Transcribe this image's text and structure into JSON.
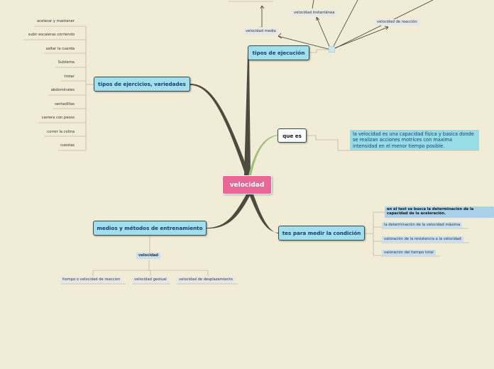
{
  "central": {
    "label": "velocidad"
  },
  "topics": {
    "tipos_ejercicios": "tipos de ejercicios, variedades",
    "tipos_ejecucion": "tipos de ejecución",
    "que_es": "que es",
    "medios": "medios y métodos de entrenamiento",
    "tes": "tes para medir la condición"
  },
  "ejercicios_items": [
    "acelerar y mantener",
    "subir escaleras corriendo",
    "saltar la cuerda",
    "Subtema",
    "trotar",
    "abdominales",
    "sentadillas",
    "carrera con pesos",
    "correr la colina",
    "cuestas"
  ],
  "ejecucion_items": {
    "media": "velocidad media",
    "instantanea": "velocidad instantánea",
    "reaccion": "velocidad de reacción"
  },
  "definicion": "la velocidad es una capacidad física y basica donde se realizan acciones motrices con maxima intensidad en el menor tiempo posible.",
  "medios_sub": "velocidad",
  "medios_items": [
    "tiempo o velocidad de reaccion",
    "velocidad gestual",
    "velocidad de desplazamiento"
  ],
  "tes_items": [
    "en el test se busca la determinación de la capacidad de la aceleración.",
    "la determinación de la velocidad máxima",
    "valoración de la resistencia a la velocidad",
    "valoración del tiempo total"
  ],
  "colors": {
    "background": "#f1ecd6",
    "central": "#e86796",
    "topic": "#9fe0ec",
    "branch": "#4d4a40",
    "definition_branch": "#9bc17a"
  }
}
